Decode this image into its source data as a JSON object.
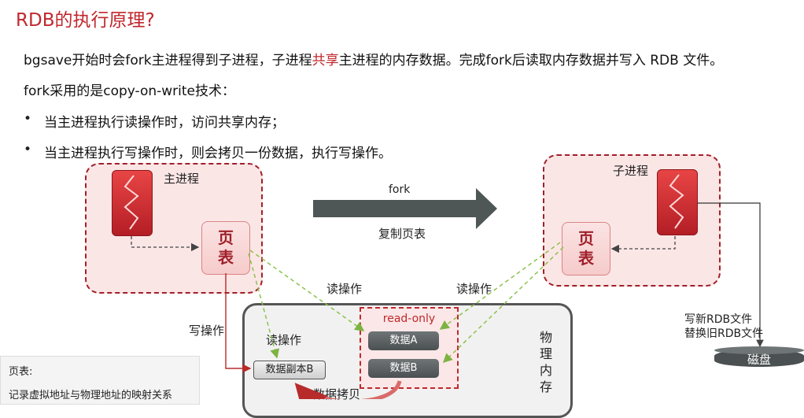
{
  "title": "RDB的执行原理?",
  "lines": {
    "l1_pre": "bgsave开始时会fork主进程得到子进程，子进程",
    "l1_hl": "共享",
    "l1_post": "主进程的内存数据。完成fork后读取内存数据并写入 RDB 文件。",
    "l2": "fork采用的是copy-on-write技术：",
    "b1": "当主进程执行读操作时，访问共享内存；",
    "b2": "当主进程执行写操作时，则会拷贝一份数据，执行写操作。"
  },
  "bullet_char": "•",
  "diagram": {
    "main_process": "主进程",
    "child_process": "子进程",
    "page_table_line1": "页",
    "page_table_line2": "表",
    "fork": "fork",
    "copy_page_table": "复制页表",
    "read_op": "读操作",
    "write_op": "写操作",
    "read_only": "read-only",
    "data_a": "数据A",
    "data_b": "数据B",
    "data_copy_b": "数据副本B",
    "data_copy": "数据拷贝",
    "physical_memory": "物理内存",
    "write_new_rdb": "写新RDB文件",
    "replace_old_rdb": "替换旧RDB文件",
    "disk": "磁盘"
  },
  "note": {
    "title": "页表:",
    "desc": "记录虚拟地址与物理地址的映射关系"
  },
  "colors": {
    "accent_red": "#c0282d",
    "pink_bg": "#fbe6e6",
    "dark_gray": "#4b5052",
    "dashed_green": "#8bc34a"
  }
}
